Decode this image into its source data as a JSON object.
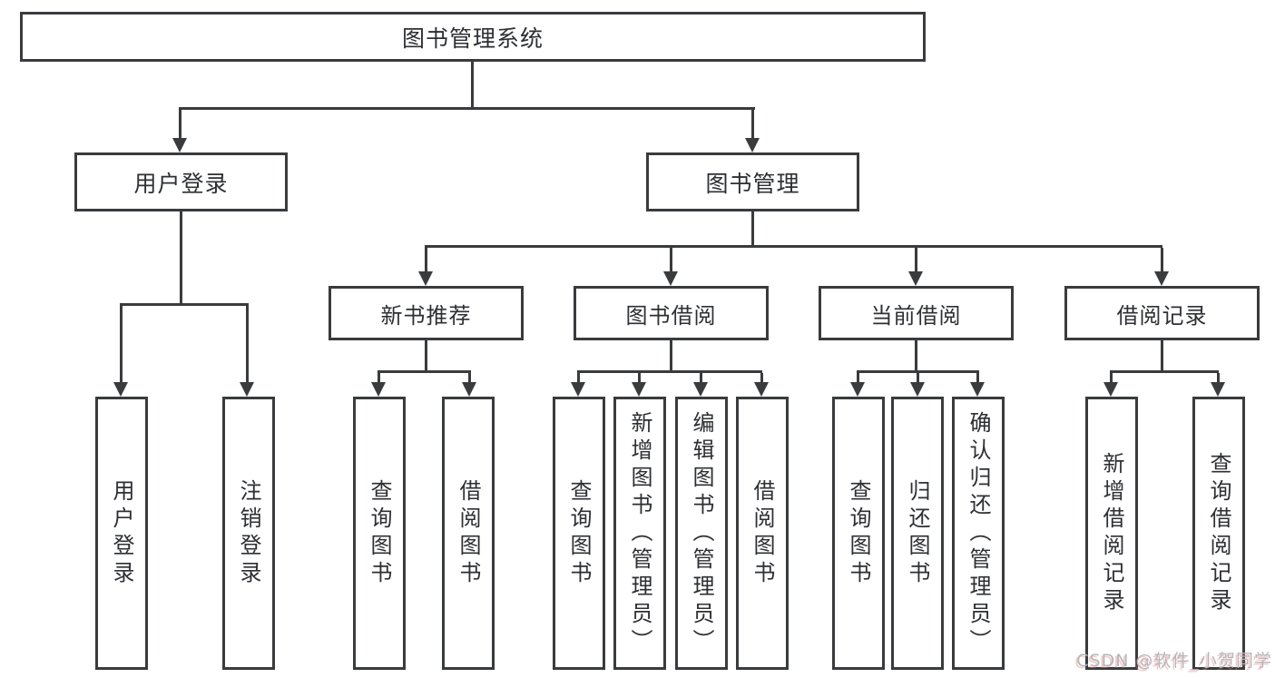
{
  "diagram": {
    "title": "图书管理系统",
    "branches": {
      "user_login": {
        "label": "用户登录"
      },
      "book_management": {
        "label": "图书管理"
      },
      "new_book_recommend": {
        "label": "新书推荐"
      },
      "book_borrow": {
        "label": "图书借阅"
      },
      "current_borrow": {
        "label": "当前借阅"
      },
      "borrow_records": {
        "label": "借阅记录"
      }
    },
    "leaves": [
      {
        "label": "用户登录"
      },
      {
        "label": "注销登录"
      },
      {
        "label": "查询图书"
      },
      {
        "label": "借阅图书"
      },
      {
        "label": "查询图书"
      },
      {
        "label": "新增图书（管理员）"
      },
      {
        "label": "编辑图书（管理员）"
      },
      {
        "label": "借阅图书"
      },
      {
        "label": "查询图书"
      },
      {
        "label": "归还图书"
      },
      {
        "label": "确认归还（管理员）"
      },
      {
        "label": "新增借阅记录"
      },
      {
        "label": "查询借阅记录"
      }
    ]
  },
  "watermark": {
    "text": "CSDN @软件_小贺同学"
  },
  "colors": {
    "background": "#ffffff",
    "box_fill": "#ffffff",
    "line": "#393b3d",
    "text": "#2d2f33",
    "watermark": "#b4b8bd",
    "watermark_shadow": "#e97878"
  }
}
